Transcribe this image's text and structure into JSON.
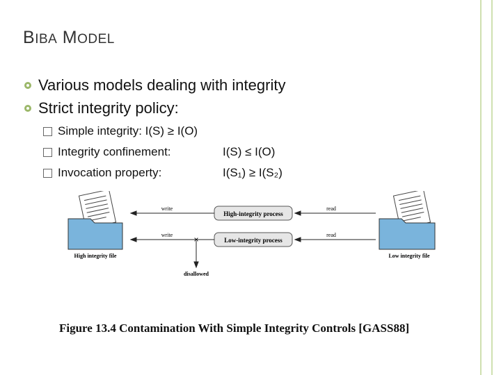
{
  "slide": {
    "title_first_big": "B",
    "title_first_small": "IBA",
    "title_second_big": "M",
    "title_second_small": "ODEL",
    "bullets": [
      {
        "text": "Various models dealing with integrity"
      },
      {
        "text": "Strict integrity policy:"
      }
    ],
    "sub_bullets": [
      {
        "label": "Simple integrity:  I(S) ≥ I(O)",
        "formula": ""
      },
      {
        "label": "Integrity confinement:",
        "formula": "I(S) ≤ I(O)"
      },
      {
        "label": "Invocation property:",
        "formula": "I(S₁) ≥ I(S₂)"
      }
    ],
    "bullet_icon": "gear-bullet-icon",
    "sub_bullet_icon": "checkbox-bullet-icon",
    "accent_color": "#cfe0b0"
  },
  "diagram": {
    "high_process": "High-integrity process",
    "low_process": "Low-integrity process",
    "write_label_top": "write",
    "write_label_bottom": "write",
    "read_label_top": "read",
    "read_label_bottom": "read",
    "high_file": "High integrity file",
    "low_file": "Low integrity file",
    "disallowed": "disallowed",
    "caption": "Figure 13.4  Contamination With Simple Integrity Controls [GASS88]"
  }
}
